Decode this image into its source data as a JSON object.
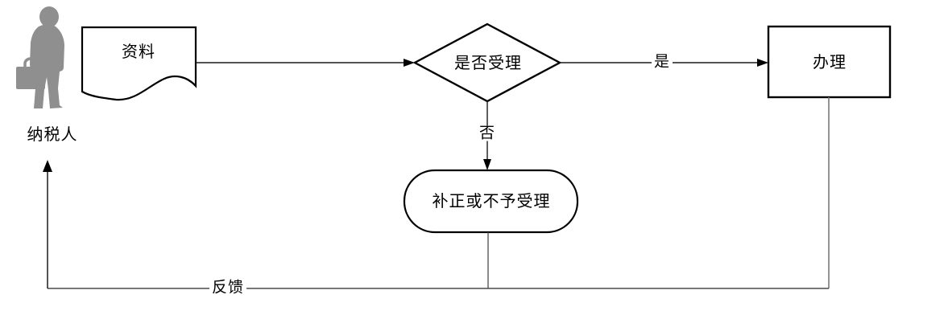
{
  "diagram": {
    "type": "flowchart",
    "actor": {
      "label": "纳税人",
      "icon": "businessman-with-briefcase-icon"
    },
    "nodes": [
      {
        "id": "materials",
        "shape": "document",
        "label": "资料"
      },
      {
        "id": "decision",
        "shape": "diamond",
        "label": "是否受理"
      },
      {
        "id": "process",
        "shape": "rectangle",
        "label": "办理"
      },
      {
        "id": "correction",
        "shape": "stadium",
        "label": "补正或不予受理"
      }
    ],
    "edges": [
      {
        "from": "materials",
        "to": "decision",
        "label": ""
      },
      {
        "from": "decision",
        "to": "process",
        "label": "是"
      },
      {
        "from": "decision",
        "to": "correction",
        "label": "否"
      },
      {
        "from": "process",
        "to": "actor",
        "label": "反馈"
      }
    ],
    "colors": {
      "background": "#ffffff",
      "shape_border": "#000000",
      "connector_line": "#3f3f3f",
      "feedback_line": "#555555",
      "actor_fill": "#8f8f8f",
      "text": "#000000"
    }
  }
}
